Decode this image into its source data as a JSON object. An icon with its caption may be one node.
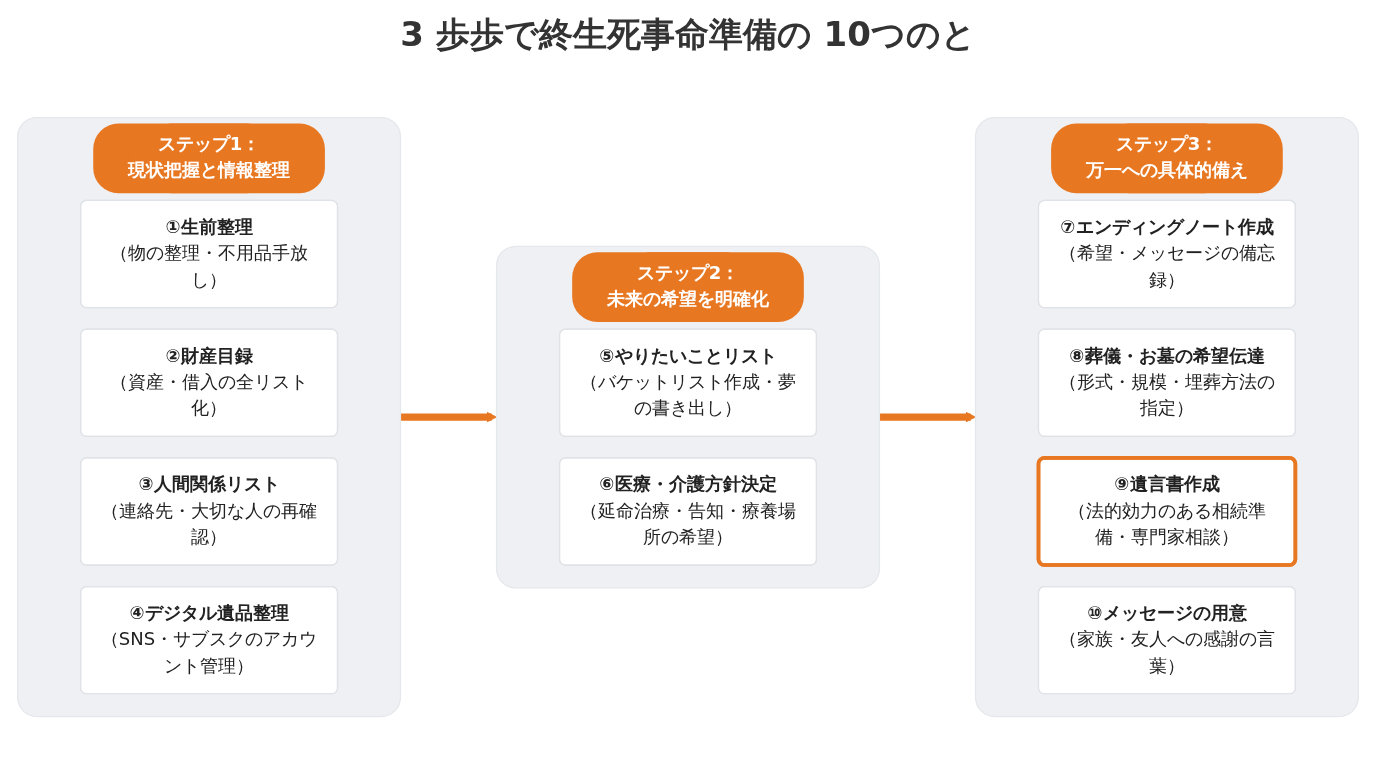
{
  "diagram": {
    "title": "3 歩歩で終生死事命準備の 10つのと",
    "nodes": [
      {
        "text": [
          "ステップ1：",
          "現状把握と情報整理"
        ]
      },
      {
        "text": [
          "①生前整理",
          "（物の整理・不用品手放し）"
        ],
        "in": 0
      },
      {
        "text": [
          "②財産目録",
          "（資産・借入の全リスト化）"
        ],
        "in": 0
      },
      {
        "text": [
          "③人間関係リスト",
          "（連絡先・大切な人の再確認）"
        ],
        "in": 0
      },
      {
        "text": [
          "④デジタル遺品整理",
          "（SNS・サブスクのアカウント管理）"
        ],
        "in": 0
      },
      {
        "text": [
          "ステップ2：",
          "未来の希望を明確化"
        ]
      },
      {
        "text": [
          "⑤やりたいことリスト",
          "（バケットリスト作成・夢の書き出し）"
        ],
        "in": 5
      },
      {
        "text": [
          "⑥医療・介護方針決定",
          "（延命治療・告知・療養場所の希望）"
        ],
        "in": 5
      },
      {
        "text": [
          "ステップ3：",
          "万一への具体的備え"
        ]
      },
      {
        "text": [
          "⑦エンディングノート作成",
          "（希望・メッセージの備忘録）"
        ],
        "in": 8
      },
      {
        "text": [
          "⑧葬儀・お墓の希望伝達",
          "（形式・規模・埋葬方法の指定）"
        ],
        "in": 8
      },
      {
        "text": [
          "⑨遺言書作成",
          "（法的効力のある相続準備・専門家相談）"
        ],
        "in": 8
      },
      {
        "text": [
          "⑩メッセージの用意",
          "（家族・友人への感謝の言葉）"
        ],
        "in": 8
      }
    ],
    "edges": [
      {
        "from": 0,
        "to": 5,
        "arrow": "to"
      },
      {
        "from": 5,
        "to": 8,
        "arrow": "to"
      }
    ]
  }
}
